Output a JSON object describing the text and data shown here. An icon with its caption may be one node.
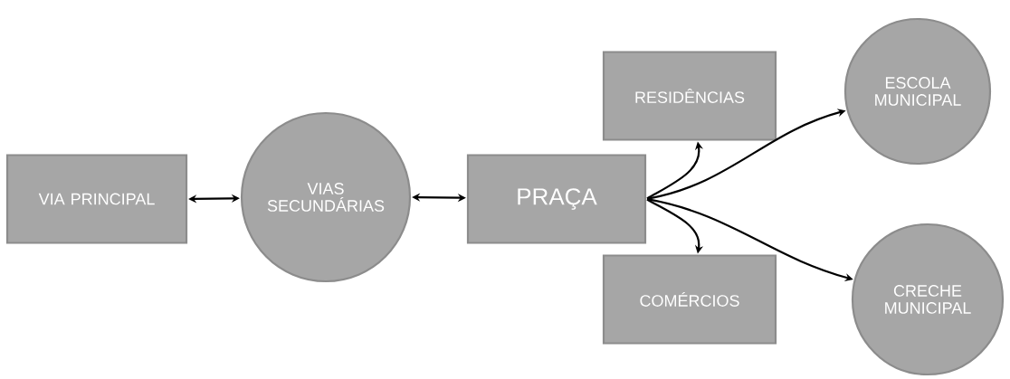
{
  "diagram": {
    "nodes": [
      {
        "text": [
          "VIA PRINCIPAL"
        ]
      },
      {
        "text": [
          "VIAS SECUNDÁRIAS"
        ]
      },
      {
        "text": [
          "PRAÇA"
        ]
      },
      {
        "text": [
          "RESIDÊNCIAS"
        ]
      },
      {
        "text": [
          "COMÉRCIOS"
        ]
      },
      {
        "text": [
          "ESCOLA MUNICIPAL"
        ]
      },
      {
        "text": [
          "CRECHE MUNICIPAL"
        ]
      }
    ],
    "edges": [
      {
        "from": 0,
        "to": 1,
        "arrow": "both"
      },
      {
        "from": 1,
        "to": 2,
        "arrow": "both"
      },
      {
        "from": 2,
        "to": 3,
        "arrow": "to"
      },
      {
        "from": 2,
        "to": 4,
        "arrow": "to"
      },
      {
        "from": 2,
        "to": 5,
        "arrow": "to"
      },
      {
        "from": 2,
        "to": 6,
        "arrow": "to"
      }
    ]
  }
}
